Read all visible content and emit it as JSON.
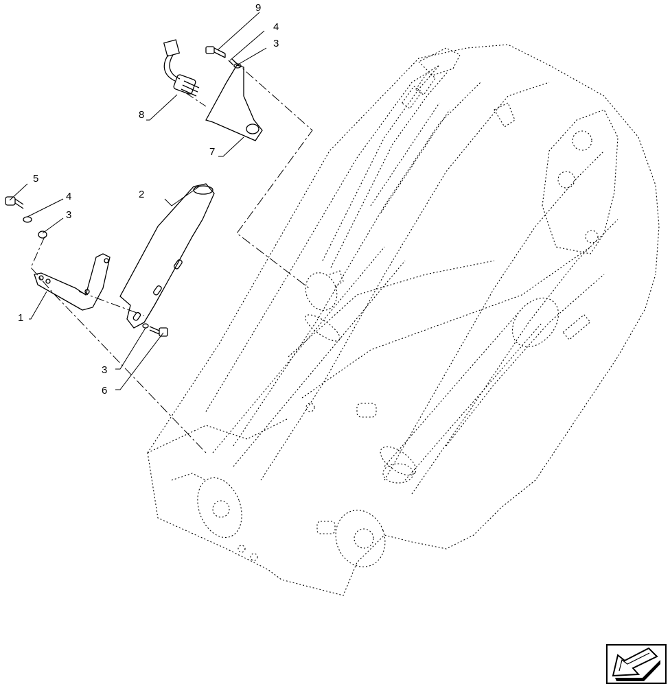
{
  "callouts": [
    {
      "id": "c9",
      "label": "9"
    },
    {
      "id": "c4a",
      "label": "4"
    },
    {
      "id": "c3a",
      "label": "3"
    },
    {
      "id": "c8",
      "label": "8"
    },
    {
      "id": "c7",
      "label": "7"
    },
    {
      "id": "c5",
      "label": "5"
    },
    {
      "id": "c4b",
      "label": "4"
    },
    {
      "id": "c3b",
      "label": "3"
    },
    {
      "id": "c2",
      "label": "2"
    },
    {
      "id": "c1",
      "label": "1"
    },
    {
      "id": "c3c",
      "label": "3"
    },
    {
      "id": "c6",
      "label": "6"
    }
  ],
  "nav_icon": "arrow-down-left-icon"
}
